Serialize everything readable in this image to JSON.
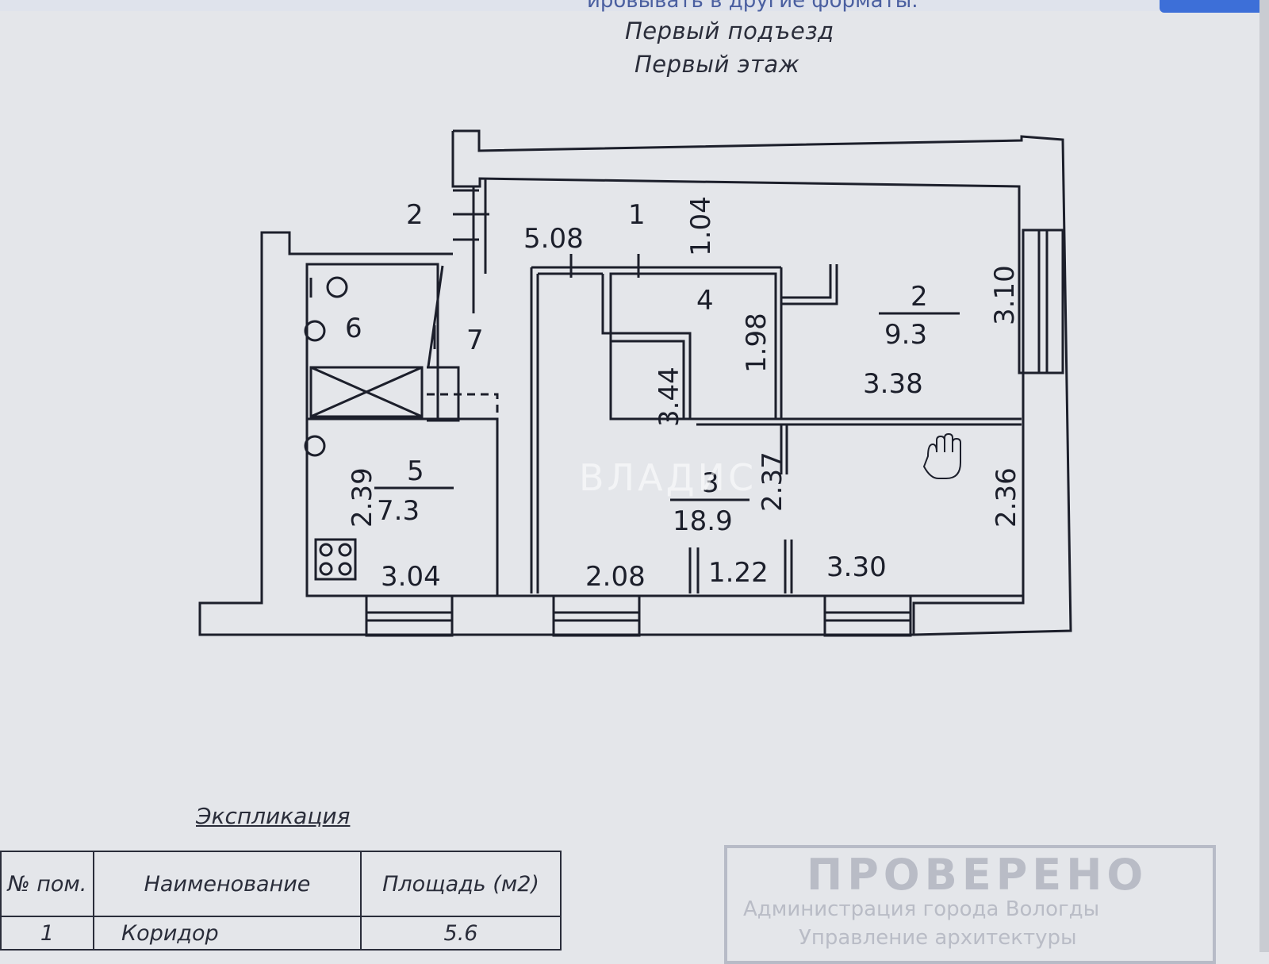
{
  "header": {
    "top_caption": "Первый подъезд",
    "floor_caption": "Первый этаж",
    "screen_partial_text": "ировывать в другие форматы."
  },
  "plan": {
    "rooms": [
      {
        "number": "1",
        "area": ""
      },
      {
        "number": "2",
        "area": "9.3"
      },
      {
        "number": "3",
        "area": "18.9"
      },
      {
        "number": "4",
        "area": ""
      },
      {
        "number": "5",
        "area": "7.3"
      },
      {
        "number": "6",
        "area": ""
      },
      {
        "number": "7",
        "area": ""
      }
    ],
    "outside_label": "2",
    "dimensions": [
      "5.08",
      "1.04",
      "3.10",
      "3.38",
      "1.98",
      "3.44",
      "2.37",
      "2.36",
      "2.39",
      "3.04",
      "2.08",
      "1.22",
      "3.30"
    ],
    "watermark": "ВЛАДИС"
  },
  "explication": {
    "title": "Экспликация",
    "columns": [
      "№ пом.",
      "Наименование",
      "Площадь (м2)"
    ],
    "rows": [
      {
        "num": "1",
        "name": "Коридор",
        "area": "5.6"
      }
    ]
  },
  "stamp": {
    "title": "ПРОВЕРЕНО",
    "line1": "Администрация города Вологды",
    "line2": "Управление архитектуры"
  },
  "colors": {
    "background": "#e4e6ea",
    "ink": "#1c1f2b",
    "stamp": "#b9bcc6",
    "accent": "#3d6fd8"
  }
}
